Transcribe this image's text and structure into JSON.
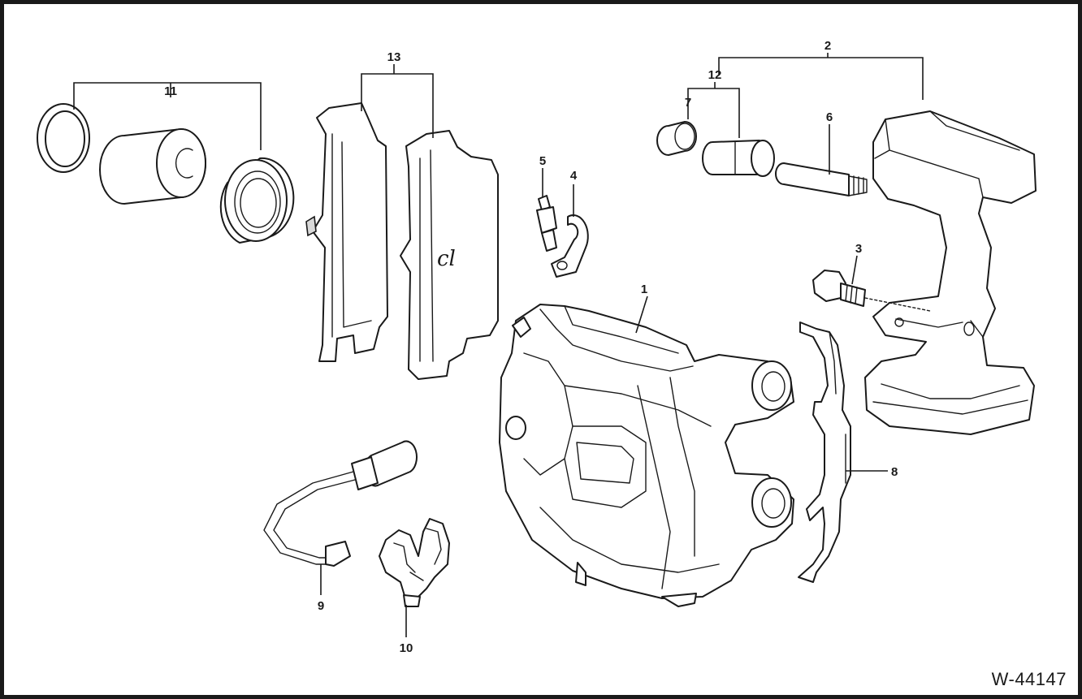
{
  "diagram": {
    "reference_code": "W-44147",
    "handwritten_note": "cl",
    "callouts": {
      "c1": "1",
      "c2": "2",
      "c3": "3",
      "c4": "4",
      "c5": "5",
      "c6": "6",
      "c7": "7",
      "c8": "8",
      "c9": "9",
      "c10": "10",
      "c11": "11",
      "c12": "12",
      "c13": "13"
    },
    "colors": {
      "line": "#1a1a1a",
      "background": "#ffffff",
      "shading": "#d9d9d9"
    }
  }
}
